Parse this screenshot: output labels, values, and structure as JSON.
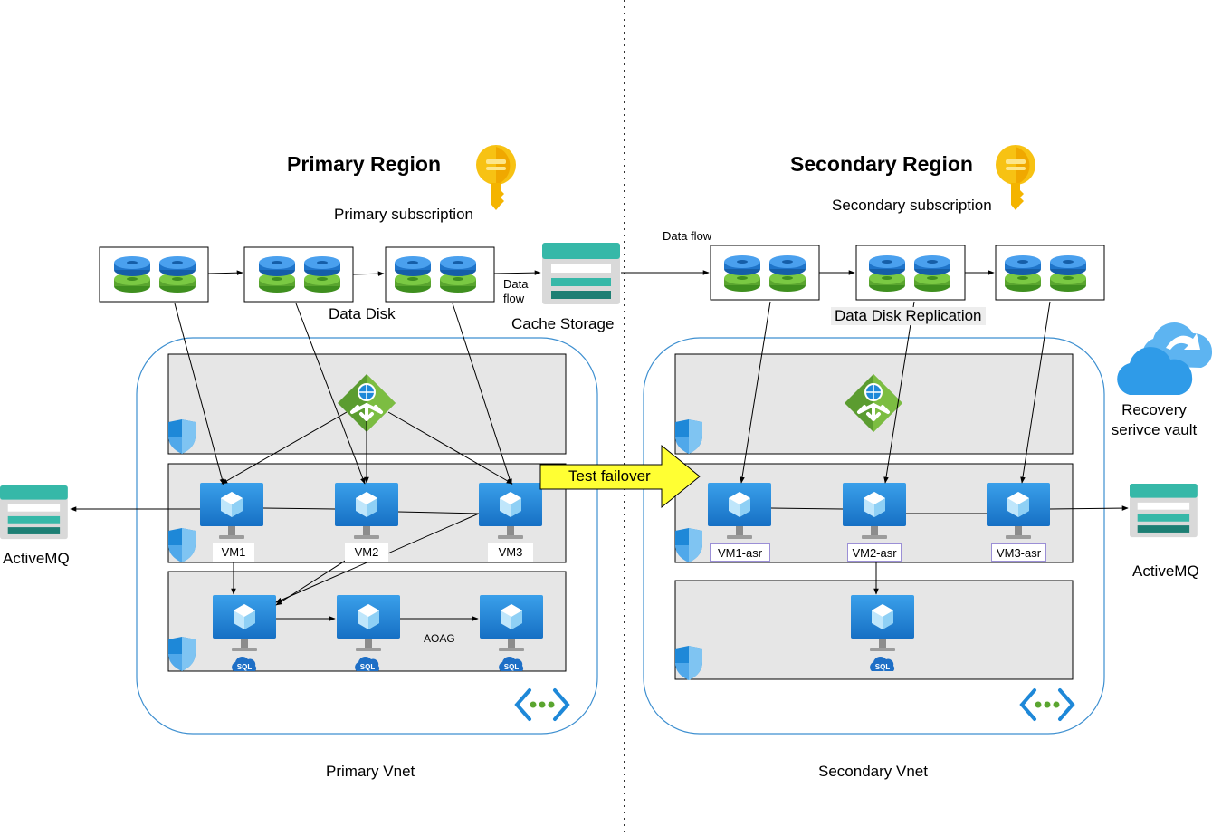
{
  "colors": {
    "disk_top": "#1f74c9",
    "disk_bottom": "#5aa52f",
    "vm_screen": "#1e88d8",
    "subnet_fill": "#e6e6e6",
    "vnet_border": "#3d8fd0",
    "failover_arrow": "#ffff33",
    "storage_teal": "#36b8a8",
    "key_gold": "#f4b400",
    "lb_green": "#5b9c30"
  },
  "icons": [
    "key-icon",
    "disk-icon",
    "storage-icon",
    "vm-icon",
    "sql-icon",
    "shield-icon",
    "load-balancer-icon",
    "vnet-icon",
    "recovery-vault-icon"
  ],
  "primary": {
    "title": "Primary Region",
    "subscription": "Primary subscription",
    "data_disk_label": "Data Disk",
    "data_flow_label": "Data flow",
    "cache_storage_label": "Cache Storage",
    "vms": [
      "VM1",
      "VM2",
      "VM3"
    ],
    "aoag_label": "AOAG",
    "sql_label": "SQL",
    "vnet_label": "Primary Vnet",
    "activemq_label": "ActiveMQ"
  },
  "secondary": {
    "title": "Secondary Region",
    "subscription": "Secondary subscription",
    "data_flow_label": "Data flow",
    "replication_label": "Data Disk Replication",
    "vms": [
      "VM1-asr",
      "VM2-asr",
      "VM3-asr"
    ],
    "sql_label": "SQL",
    "vnet_label": "Secondary Vnet",
    "activemq_label": "ActiveMQ",
    "vault_label": "Recovery serivce vault"
  },
  "failover": {
    "label": "Test failover"
  }
}
